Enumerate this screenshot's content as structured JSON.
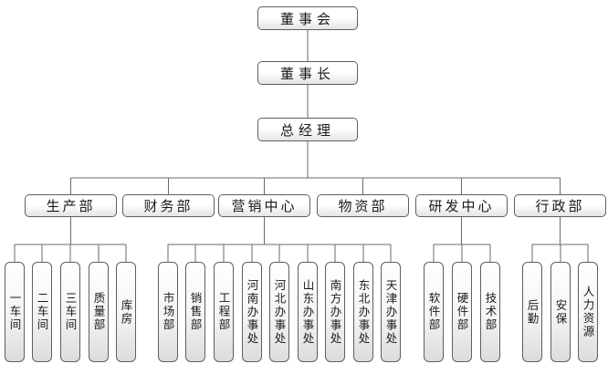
{
  "chart": {
    "top": [
      {
        "label": "董事会"
      },
      {
        "label": "董事长"
      },
      {
        "label": "总经理"
      }
    ],
    "departments": [
      {
        "label": "生产部",
        "units": [
          "一车间",
          "二车间",
          "三车间",
          "质量部",
          "库房"
        ]
      },
      {
        "label": "财务部",
        "units": []
      },
      {
        "label": "营销中心",
        "units": [
          "市场部",
          "销售部",
          "工程部",
          "河南办事处",
          "河北办事处",
          "山东办事处",
          "南方办事处",
          "东北办事处",
          "天津办事处"
        ]
      },
      {
        "label": "物资部",
        "units": []
      },
      {
        "label": "研发中心",
        "units": [
          "软件部",
          "硬件部",
          "技术部"
        ]
      },
      {
        "label": "行政部",
        "units": [
          "后勤",
          "安保",
          "人力资源"
        ]
      }
    ]
  }
}
